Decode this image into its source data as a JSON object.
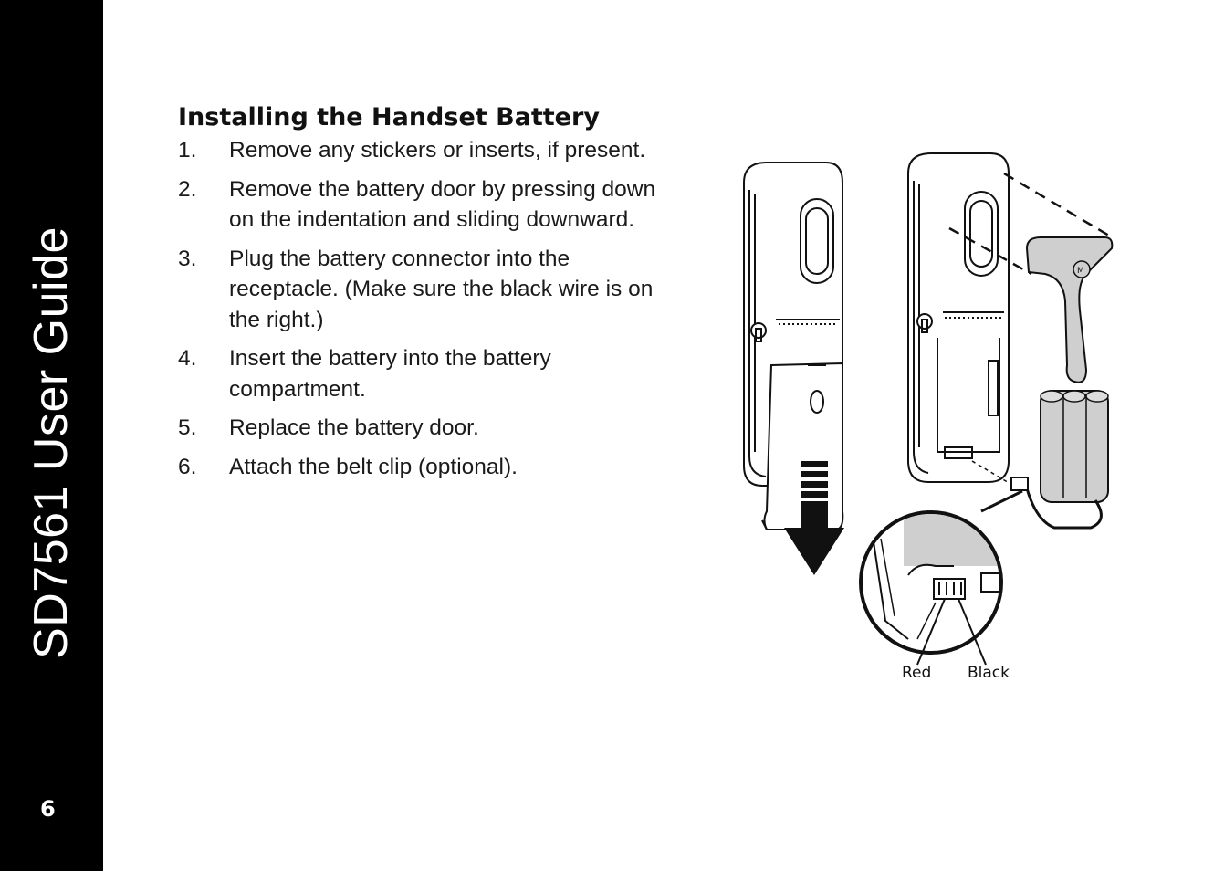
{
  "sidebar": {
    "title": "SD7561 User Guide",
    "page_number": "6"
  },
  "section": {
    "heading": "Installing the Handset Battery",
    "steps": [
      {
        "num": "1.",
        "text": "Remove any stickers or inserts, if present."
      },
      {
        "num": "2.",
        "text": "Remove the battery door by pressing down on the indentation and sliding downward."
      },
      {
        "num": "3.",
        "text": "Plug the battery connector into the receptacle. (Make sure the black wire is on the right.)"
      },
      {
        "num": "4.",
        "text": "Insert the battery into the battery compartment."
      },
      {
        "num": "5.",
        "text": "Replace the battery door."
      },
      {
        "num": "6.",
        "text": "Attach the belt clip (optional)."
      }
    ]
  },
  "figure": {
    "labels": {
      "red": "Red",
      "black": "Black"
    }
  },
  "colors": {
    "sidebar": "#000000",
    "gray_fill": "#cfcfcf"
  }
}
